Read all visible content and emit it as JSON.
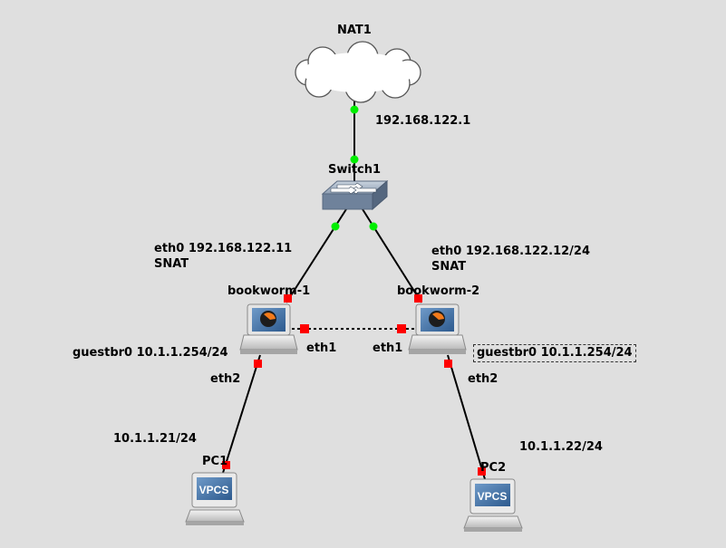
{
  "nodes": {
    "nat": "NAT1",
    "switch": "Switch1",
    "bookworm1": "bookworm-1",
    "bookworm2": "bookworm-2",
    "pc1": "PC1",
    "pc2": "PC2"
  },
  "device_text": {
    "vpcs": "VPCS"
  },
  "labels": {
    "nat_ip": "192.168.122.1",
    "bw1_eth0": "eth0 192.168.122.11",
    "bw1_snat": "SNAT",
    "bw2_eth0": "eth0 192.168.122.12/24",
    "bw2_snat": "SNAT",
    "bw1_eth1": "eth1",
    "bw2_eth1": "eth1",
    "bw1_guestbr": "guestbr0 10.1.1.254/24",
    "bw2_guestbr": "guestbr0 10.1.1.254/24",
    "bw1_eth2": "eth2",
    "bw2_eth2": "eth2",
    "pc1_ip": "10.1.1.21/24",
    "pc2_ip": "10.1.1.22/24"
  },
  "colors": {
    "background": "#dfdfdf",
    "link": "#000000",
    "port_up": "#00ee00",
    "port_down": "#ff0000"
  }
}
